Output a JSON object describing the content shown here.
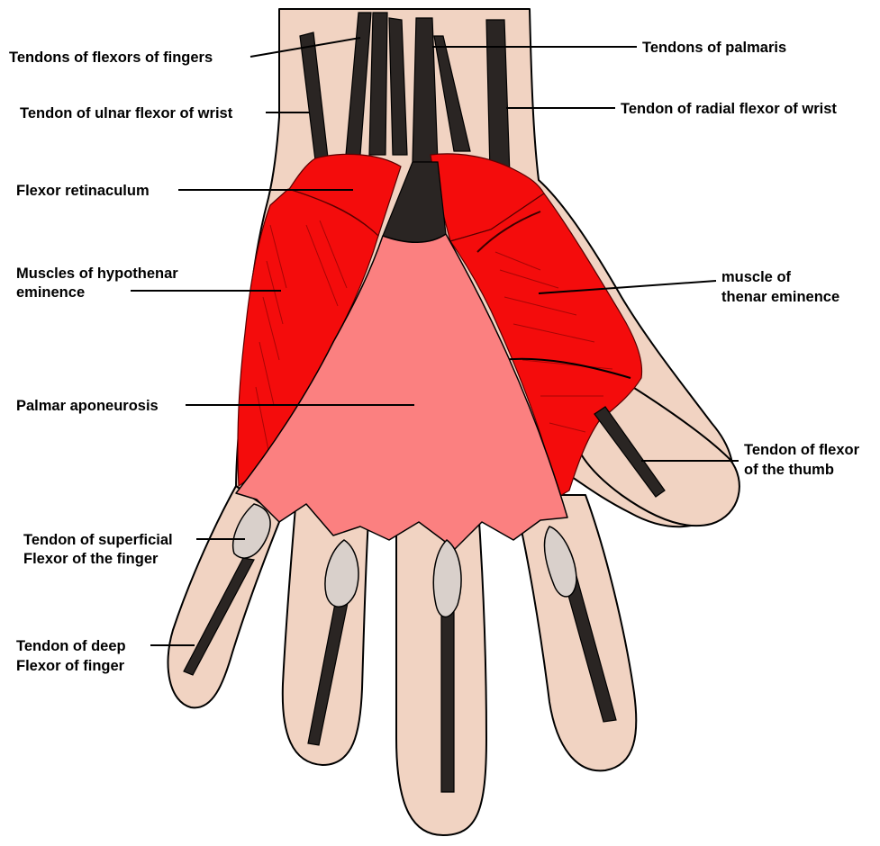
{
  "labels": {
    "tendons_flexors_fingers": "Tendons of flexors of fingers",
    "tendons_palmaris": "Tendons of palmaris",
    "tendon_ulnar_flexor": "Tendon of ulnar flexor of wrist",
    "tendon_radial_flexor": "Tendon of radial flexor of wrist",
    "flexor_retinaculum": "Flexor retinaculum",
    "hypothenar_line1": "Muscles of hypothenar",
    "hypothenar_line2": "eminence",
    "thenar_line1": "muscle of",
    "thenar_line2": "thenar eminence",
    "palmar_aponeurosis": "Palmar aponeurosis",
    "flexor_thumb_line1": "Tendon of flexor",
    "flexor_thumb_line2": "of the thumb",
    "superficial_line1": "Tendon of superficial",
    "superficial_line2": "Flexor of the finger",
    "deep_line1": "Tendon of deep",
    "deep_line2": "Flexor of finger"
  },
  "colors": {
    "skin": "#f1d3c2",
    "muscle": "#f40c0c",
    "aponeurosis": "#fb8080",
    "tendon": "#2a2523"
  }
}
